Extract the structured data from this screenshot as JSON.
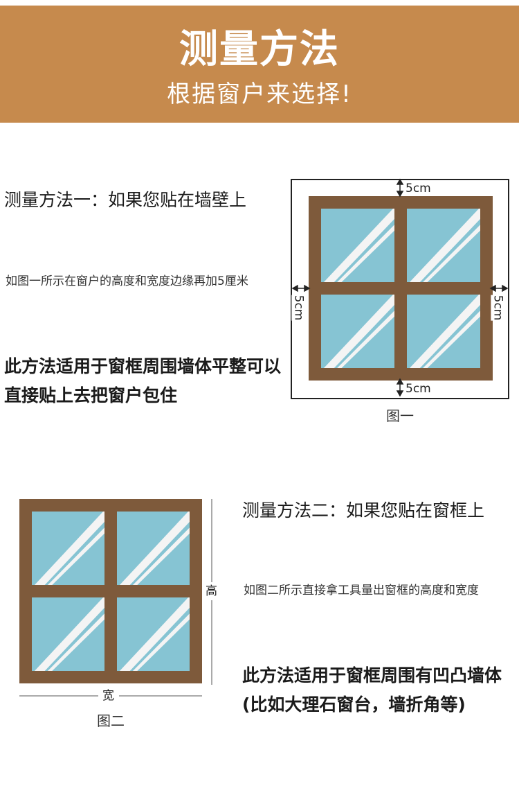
{
  "header": {
    "title": "测量方法",
    "subtitle": "根据窗户来选择!"
  },
  "method1": {
    "title": "测量方法一：如果您贴在墙壁上",
    "description": "如图一所示在窗户的高度和宽度边缘再加5厘米",
    "note": "此方法适用于窗框周围墙体平整可以直接贴上去把窗户包住",
    "figure_caption": "图一",
    "margin_label": "5cm"
  },
  "method2": {
    "title": "测量方法二：如果您贴在窗框上",
    "description": "如图二所示直接拿工具量出窗框的高度和宽度",
    "note": "此方法适用于窗框周围有凹凸墙体(比如大理石窗台，墙折角等)",
    "figure_caption": "图二",
    "height_label": "高",
    "width_label": "宽"
  },
  "colors": {
    "header": "#c68a4d",
    "frame": "#7e5a3b",
    "glass": "#86c4d3",
    "glare": "#f4f4f4"
  }
}
